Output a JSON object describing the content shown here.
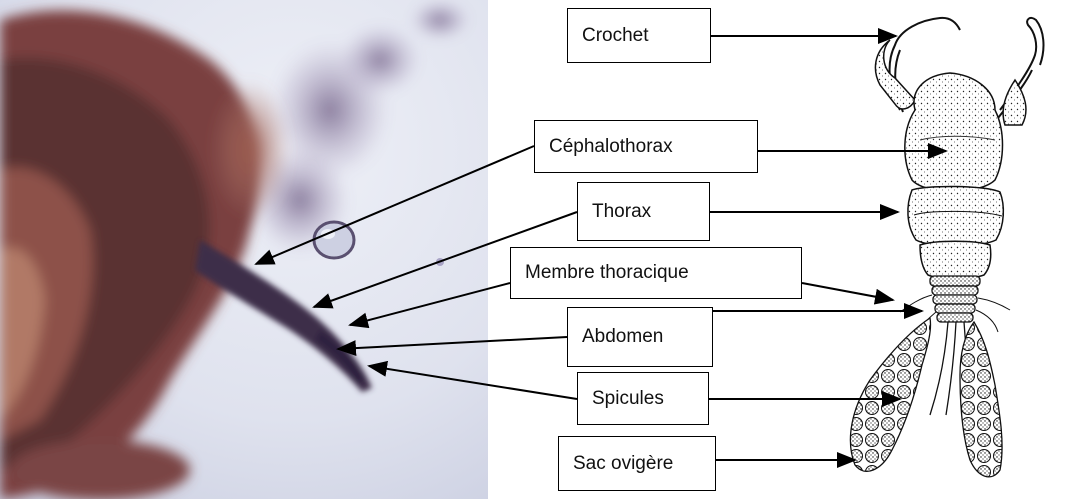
{
  "figure": {
    "labels": {
      "crochet": "Crochet",
      "cephalothorax": "Céphalothorax",
      "thorax": "Thorax",
      "membre_thoracique": "Membre thoracique",
      "abdomen": "Abdomen",
      "spicules": "Spicules",
      "sac_ovigere": "Sac ovigère"
    }
  }
}
